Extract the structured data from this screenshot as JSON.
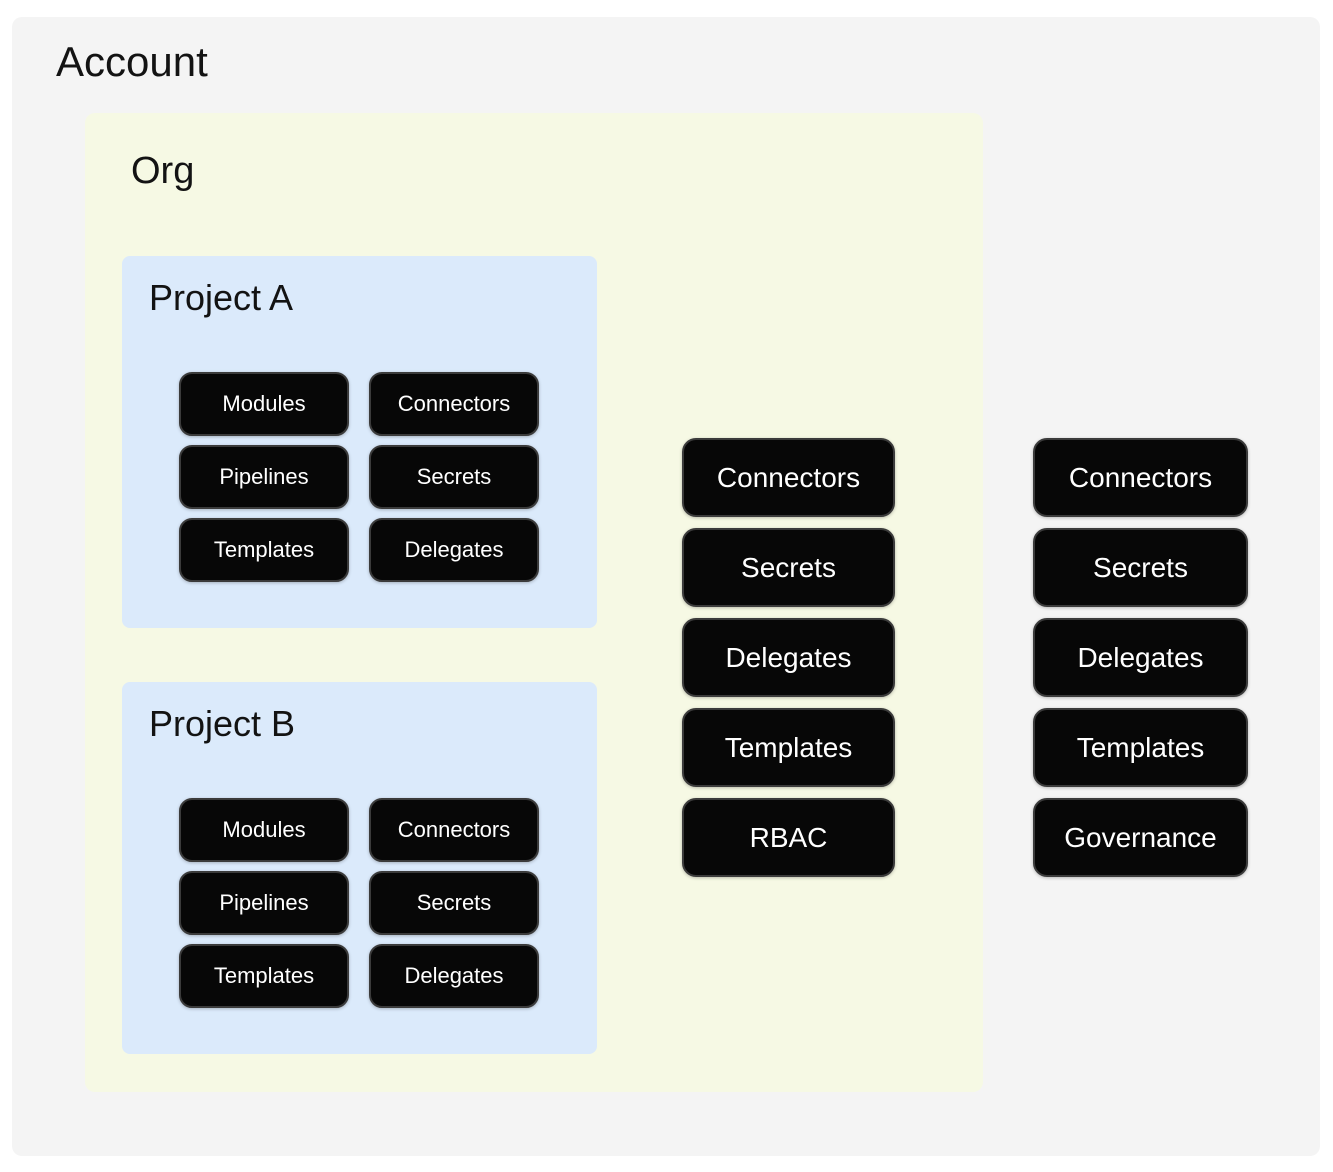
{
  "account": {
    "title": "Account",
    "pills": [
      "Connectors",
      "Secrets",
      "Delegates",
      "Templates",
      "Governance"
    ],
    "org": {
      "title": "Org",
      "pills": [
        "Connectors",
        "Secrets",
        "Delegates",
        "Templates",
        "RBAC"
      ],
      "projects": [
        {
          "title": "Project A",
          "pills": [
            "Modules",
            "Connectors",
            "Pipelines",
            "Secrets",
            "Templates",
            "Delegates"
          ]
        },
        {
          "title": "Project B",
          "pills": [
            "Modules",
            "Connectors",
            "Pipelines",
            "Secrets",
            "Templates",
            "Delegates"
          ]
        }
      ]
    }
  },
  "colors": {
    "page_bg": "#ffffff",
    "account_bg": "#f4f4f4",
    "org_bg": "#f6f9e4",
    "project_bg": "#dbeafb",
    "pill_bg": "#070707",
    "pill_border": "#3b3b3b",
    "pill_text": "#ffffff",
    "heading_text": "#131313"
  }
}
